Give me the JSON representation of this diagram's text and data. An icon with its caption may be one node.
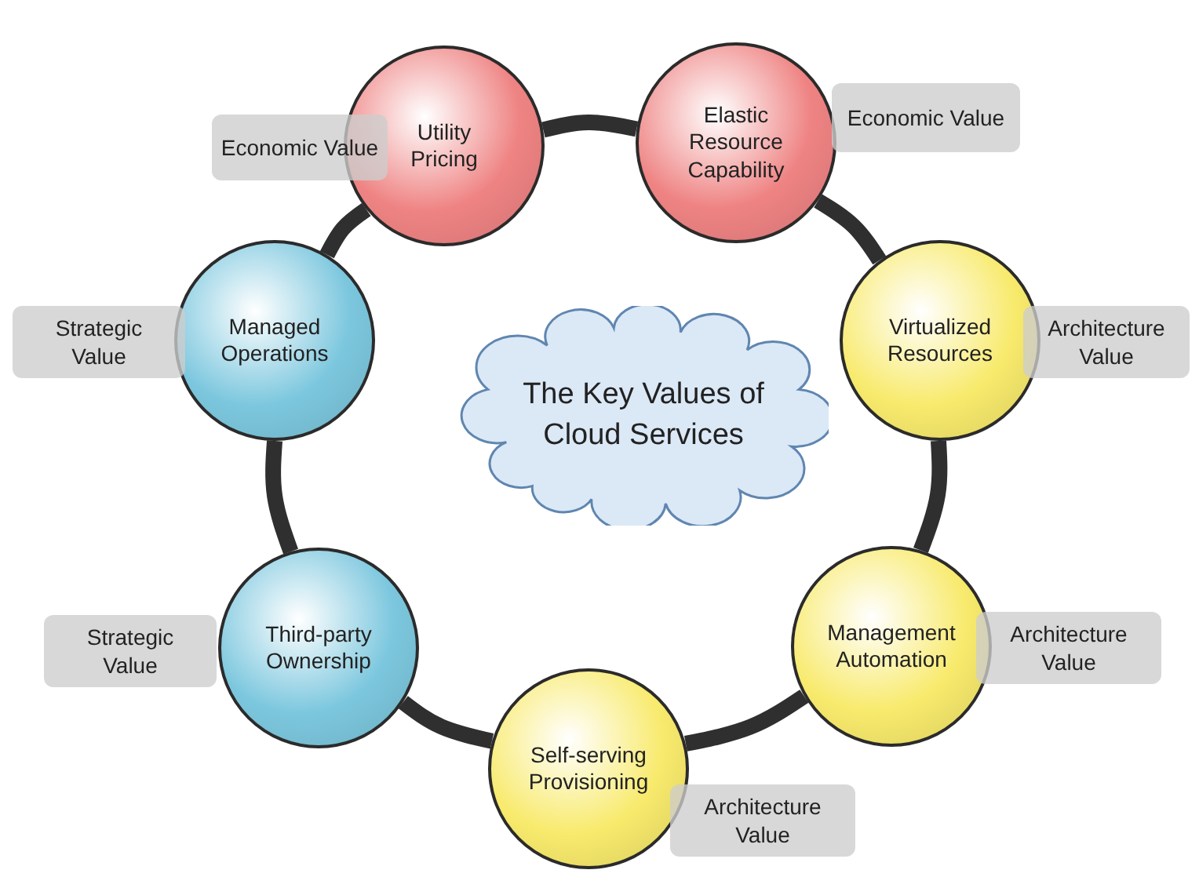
{
  "diagram": {
    "nodes": [
      {
        "text": [
          "The Key Values of Cloud Services"
        ]
      },
      {
        "text": [
          "Utility Pricing"
        ]
      },
      {
        "text": [
          "Elastic Resource Capability"
        ]
      },
      {
        "text": [
          "Virtualized Resources"
        ]
      },
      {
        "text": [
          "Management Automation"
        ]
      },
      {
        "text": [
          "Self-serving Provisioning"
        ]
      },
      {
        "text": [
          "Third-party Ownership"
        ]
      },
      {
        "text": [
          "Managed Operations"
        ]
      },
      {
        "text": [
          "Economic  Value"
        ]
      },
      {
        "text": [
          "Economic  Value"
        ]
      },
      {
        "text": [
          "Architecture Value"
        ]
      },
      {
        "text": [
          "Architecture Value"
        ]
      },
      {
        "text": [
          "Architecture Value"
        ]
      },
      {
        "text": [
          "Strategic Value"
        ]
      },
      {
        "text": [
          "Strategic Value"
        ]
      }
    ],
    "edges": [
      {
        "from": 1,
        "to": 2,
        "arrow": "none"
      },
      {
        "from": 2,
        "to": 3,
        "arrow": "none"
      },
      {
        "from": 3,
        "to": 4,
        "arrow": "none"
      },
      {
        "from": 4,
        "to": 5,
        "arrow": "none"
      },
      {
        "from": 5,
        "to": 6,
        "arrow": "none"
      },
      {
        "from": 6,
        "to": 7,
        "arrow": "none"
      },
      {
        "from": 7,
        "to": 1,
        "arrow": "none"
      }
    ]
  }
}
